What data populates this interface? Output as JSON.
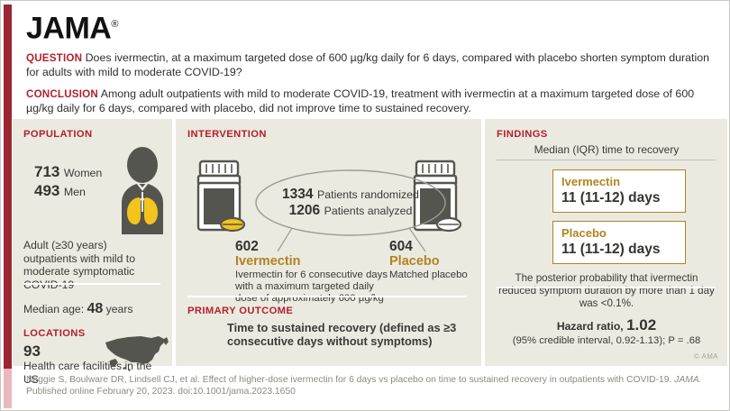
{
  "brand": {
    "logo": "JAMA",
    "registered_mark": "®",
    "copyright": "© AMA",
    "accent_red": "#b3202e",
    "rail_red": "#9b2633",
    "panel_bg": "#ebeae0",
    "gold": "#b08420",
    "lung_yellow": "#f2c41c",
    "icon_gray": "#55554f"
  },
  "header": {
    "question_label": "QUESTION",
    "question_text": "Does ivermectin, at a maximum targeted dose of 600 µg/kg daily for 6 days, compared with placebo shorten symptom duration for adults with mild to moderate COVID-19?",
    "conclusion_label": "CONCLUSION",
    "conclusion_text": "Among adult outpatients with mild to moderate COVID-19, treatment with ivermectin at a maximum targeted dose of 600 µg/kg daily for 6 days, compared with placebo, did not improve time to sustained recovery."
  },
  "population": {
    "title": "POPULATION",
    "women_count": "713",
    "women_label": "Women",
    "men_count": "493",
    "men_label": "Men",
    "description": "Adult (≥30 years) outpatients with mild to moderate symptomatic COVID-19",
    "median_age_prefix": "Median age:",
    "median_age_value": "48",
    "median_age_suffix": "years"
  },
  "locations": {
    "title": "LOCATIONS",
    "count": "93",
    "description": "Health care facilities in the US"
  },
  "intervention": {
    "title": "INTERVENTION",
    "randomized_count": "1334",
    "randomized_label": "Patients randomized",
    "analyzed_count": "1206",
    "analyzed_label": "Patients analyzed",
    "arms": [
      {
        "n": "602",
        "name": "Ivermectin",
        "description": "Ivermectin for 6 consecutive days with a maximum targeted daily dose of approximately 600 µg/kg"
      },
      {
        "n": "604",
        "name": "Placebo",
        "description": "Matched placebo"
      }
    ]
  },
  "primary_outcome": {
    "title": "PRIMARY OUTCOME",
    "text": "Time to sustained recovery (defined as ≥3 consecutive days without symptoms)"
  },
  "findings": {
    "title": "FINDINGS",
    "subtitle": "Median (IQR) time to recovery",
    "results": [
      {
        "name": "Ivermectin",
        "value": "11 (11-12) days"
      },
      {
        "name": "Placebo",
        "value": "11 (11-12) days"
      }
    ],
    "posterior_note": "The posterior probability that ivermectin reduced symptom duration by more than 1 day was <0.1%.",
    "hazard_ratio_label": "Hazard ratio,",
    "hazard_ratio_value": "1.02",
    "confidence_interval": "(95% credible interval, 0.92-1.13); P = .68"
  },
  "footer": {
    "citation_line1_a": "Naggie S, Boulware DR, Lindsell CJ, et al. Effect of higher-dose ivermectin for 6 days vs placebo on time to sustained recovery in outpatients with COVID-19. ",
    "citation_journal": "JAMA.",
    "citation_line2": "Published online February 20, 2023. doi:10.1001/jama.2023.1650"
  },
  "chart_data": {
    "type": "table",
    "title": "Median (IQR) time to recovery",
    "categories": [
      "Ivermectin",
      "Placebo"
    ],
    "values": [
      11,
      11
    ],
    "iqr": [
      [
        11,
        12
      ],
      [
        11,
        12
      ]
    ],
    "units": "days",
    "group_sizes": [
      602,
      604
    ],
    "total_randomized": 1334,
    "total_analyzed": 1206,
    "hazard_ratio": 1.02,
    "hazard_ratio_ci": [
      0.92,
      1.13
    ],
    "p_value": 0.68,
    "ylabel": "days"
  }
}
